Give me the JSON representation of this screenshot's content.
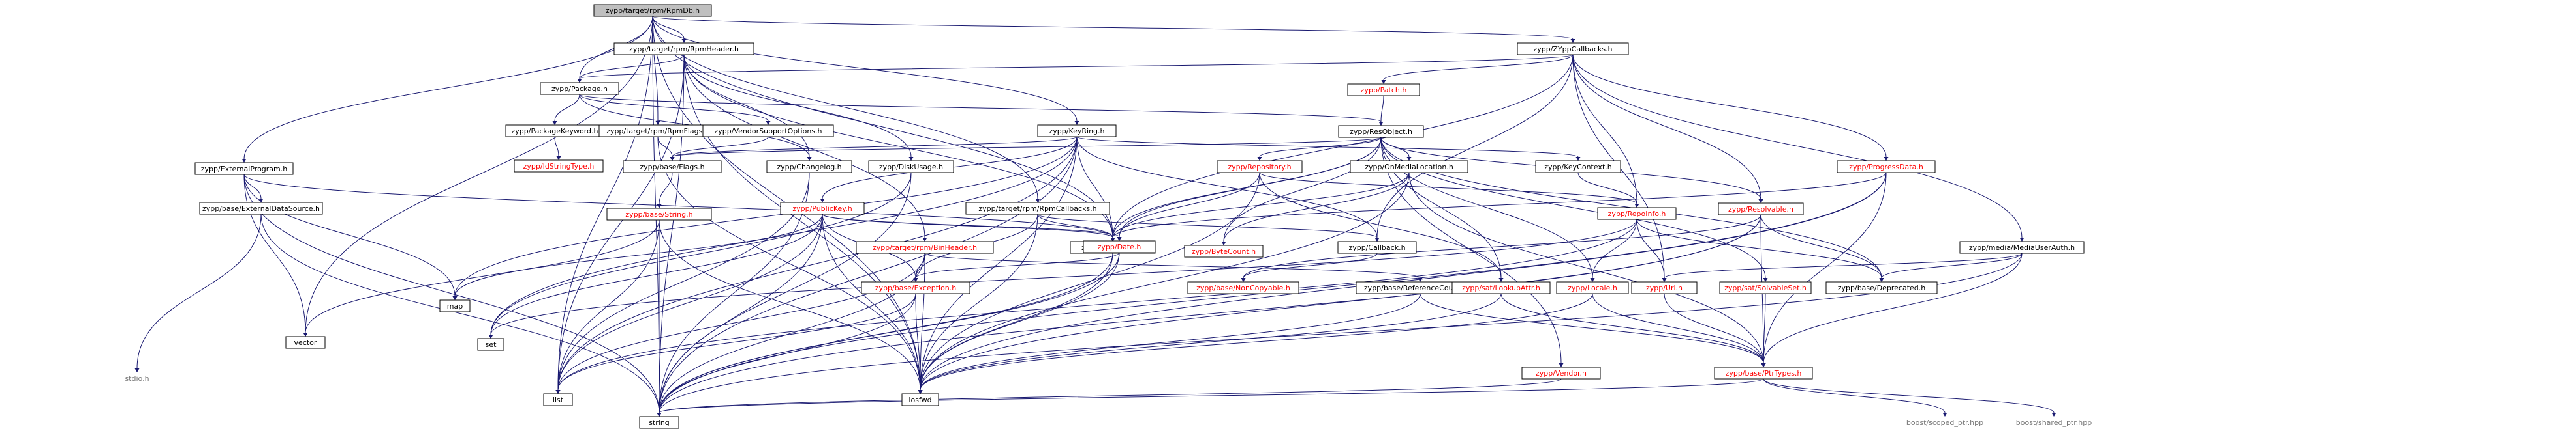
{
  "graph": {
    "nodes": [
      {
        "id": "rpmdb",
        "label": "zypp/target/rpm/RpmDb.h",
        "kind": "root"
      },
      {
        "id": "string",
        "label": "string",
        "kind": "plain"
      },
      {
        "id": "list",
        "label": "list",
        "kind": "plain"
      },
      {
        "id": "vector",
        "label": "vector",
        "kind": "plain"
      },
      {
        "id": "map",
        "label": "map",
        "kind": "plain"
      },
      {
        "id": "set",
        "label": "set",
        "kind": "plain"
      },
      {
        "id": "iosfwd",
        "label": "iosfwd",
        "kind": "plain"
      },
      {
        "id": "stdio",
        "label": "stdio.h",
        "kind": "undoc"
      },
      {
        "id": "scopedptr",
        "label": "boost/scoped_ptr.hpp",
        "kind": "undoc"
      },
      {
        "id": "sharedptr",
        "label": "boost/shared_ptr.hpp",
        "kind": "undoc"
      },
      {
        "id": "rpmheader",
        "label": "zypp/target/rpm/RpmHeader.h",
        "kind": "plain"
      },
      {
        "id": "package",
        "label": "zypp/Package.h",
        "kind": "plain"
      },
      {
        "id": "pkgkeyword",
        "label": "zypp/PackageKeyword.h",
        "kind": "plain"
      },
      {
        "id": "idstringtype",
        "label": "zypp/IdStringType.h",
        "kind": "red"
      },
      {
        "id": "rpmflags",
        "label": "zypp/target/rpm/RpmFlags.h",
        "kind": "plain"
      },
      {
        "id": "vendoropts",
        "label": "zypp/VendorSupportOptions.h",
        "kind": "plain"
      },
      {
        "id": "flags",
        "label": "zypp/base/Flags.h",
        "kind": "plain"
      },
      {
        "id": "changelog",
        "label": "zypp/Changelog.h",
        "kind": "plain"
      },
      {
        "id": "diskusage",
        "label": "zypp/DiskUsage.h",
        "kind": "plain"
      },
      {
        "id": "externalprogram",
        "label": "zypp/ExternalProgram.h",
        "kind": "plain"
      },
      {
        "id": "extdatasource",
        "label": "zypp/base/ExternalDataSource.h",
        "kind": "plain"
      },
      {
        "id": "string_h",
        "label": "zypp/base/String.h",
        "kind": "red"
      },
      {
        "id": "keyring",
        "label": "zypp/KeyRing.h",
        "kind": "plain"
      },
      {
        "id": "publickey",
        "label": "zypp/PublicKey.h",
        "kind": "red"
      },
      {
        "id": "rpmcallbacks",
        "label": "zypp/target/rpm/RpmCallbacks.h",
        "kind": "plain"
      },
      {
        "id": "binheader",
        "label": "zypp/target/rpm/BinHeader.h",
        "kind": "red"
      },
      {
        "id": "pathname",
        "label": "zypp/Pathname.h",
        "kind": "plain"
      },
      {
        "id": "date",
        "label": "zypp/Date.h",
        "kind": "red"
      },
      {
        "id": "exception",
        "label": "zypp/base/Exception.h",
        "kind": "red"
      },
      {
        "id": "callback",
        "label": "zypp/Callback.h",
        "kind": "plain"
      },
      {
        "id": "noncopyable",
        "label": "zypp/base/NonCopyable.h",
        "kind": "red"
      },
      {
        "id": "refcounted",
        "label": "zypp/base/ReferenceCounted.h",
        "kind": "plain"
      },
      {
        "id": "zyppcallbacks",
        "label": "zypp/ZYppCallbacks.h",
        "kind": "plain"
      },
      {
        "id": "patch",
        "label": "zypp/Patch.h",
        "kind": "red"
      },
      {
        "id": "resobject",
        "label": "zypp/ResObject.h",
        "kind": "plain"
      },
      {
        "id": "repository",
        "label": "zypp/Repository.h",
        "kind": "red"
      },
      {
        "id": "ondisk",
        "label": "zypp/OnMediaLocation.h",
        "kind": "plain"
      },
      {
        "id": "keycontext",
        "label": "zypp/KeyContext.h",
        "kind": "plain"
      },
      {
        "id": "bytecount",
        "label": "zypp/ByteCount.h",
        "kind": "red"
      },
      {
        "id": "repoinfo",
        "label": "zypp/RepoInfo.h",
        "kind": "red"
      },
      {
        "id": "lookupattr",
        "label": "zypp/sat/LookupAttr.h",
        "kind": "red"
      },
      {
        "id": "locale",
        "label": "zypp/Locale.h",
        "kind": "red"
      },
      {
        "id": "url",
        "label": "zypp/Url.h",
        "kind": "red"
      },
      {
        "id": "resolvable",
        "label": "zypp/Resolvable.h",
        "kind": "red"
      },
      {
        "id": "solvableset",
        "label": "zypp/sat/SolvableSet.h",
        "kind": "red"
      },
      {
        "id": "vendor",
        "label": "zypp/Vendor.h",
        "kind": "red"
      },
      {
        "id": "ptrtypes",
        "label": "zypp/base/PtrTypes.h",
        "kind": "red"
      },
      {
        "id": "progressdata",
        "label": "zypp/ProgressData.h",
        "kind": "red"
      },
      {
        "id": "mediauserauth",
        "label": "zypp/media/MediaUserAuth.h",
        "kind": "plain"
      },
      {
        "id": "deprecated",
        "label": "zypp/base/Deprecated.h",
        "kind": "plain"
      }
    ]
  }
}
